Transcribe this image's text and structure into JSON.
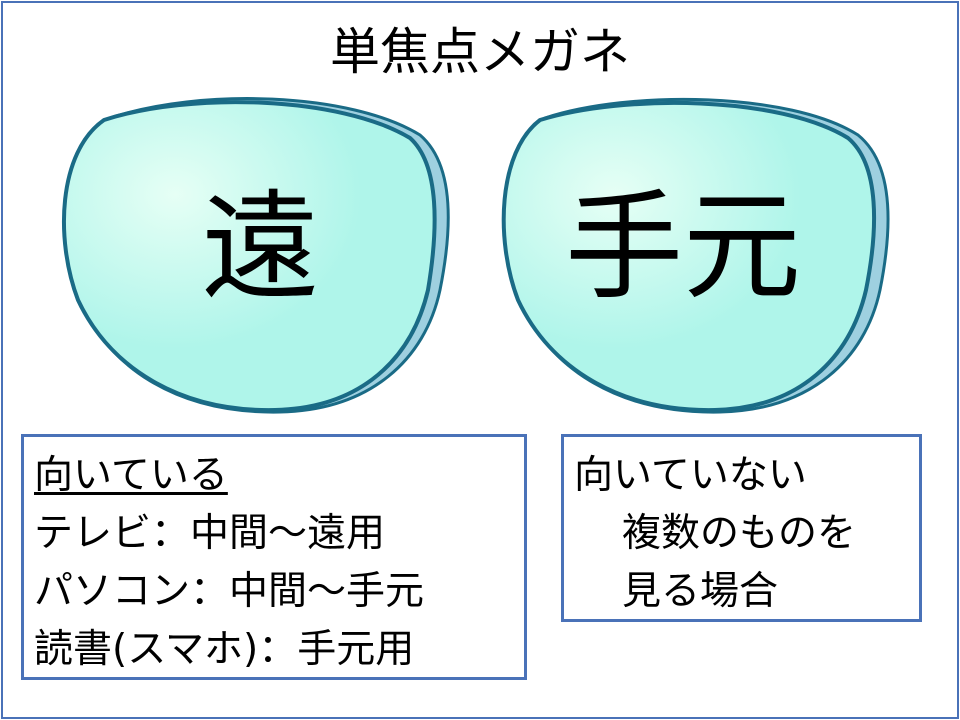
{
  "title": "単焦点メガネ",
  "lenses": {
    "left_label": "遠",
    "right_label": "手元",
    "fill_color": "#aff5ea",
    "rim_color": "#1a6b86"
  },
  "suitable_box": {
    "heading": "向いている",
    "items": [
      "テレビ：中間〜遠用",
      "パソコン：中間〜手元",
      "読書(スマホ)：手元用"
    ]
  },
  "unsuitable_box": {
    "heading": "向いていない",
    "lines": [
      "複数のものを",
      "見る場合"
    ]
  },
  "border_color": "#4a72b8"
}
